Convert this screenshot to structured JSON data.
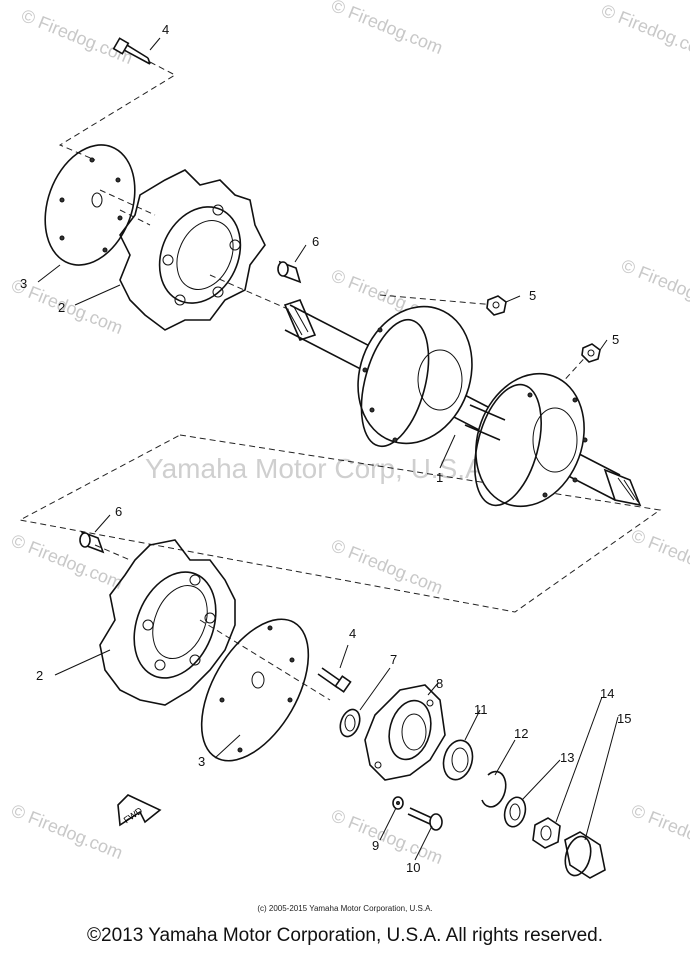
{
  "diagram": {
    "callouts": {
      "c1": "1",
      "c2_top": "2",
      "c2_bottom": "2",
      "c3_top": "3",
      "c3_bottom": "3",
      "c4_top": "4",
      "c4_bottom": "4",
      "c5_a": "5",
      "c5_b": "5",
      "c6_top": "6",
      "c6_bottom": "6",
      "c7": "7",
      "c8": "8",
      "c9": "9",
      "c10": "10",
      "c11": "11",
      "c12": "12",
      "c13": "13",
      "c14": "14",
      "c15": "15"
    },
    "fwd_label": "FWD"
  },
  "watermarks": {
    "firedog": "© Firedog.com",
    "center": "Yamaha Motor Corp, U.S.A."
  },
  "footer": {
    "small_copyright": "(c) 2005-2015 Yamaha Motor Corporation, U.S.A.",
    "main_copyright": "©2013 Yamaha Motor Corporation, U.S.A. All rights reserved."
  }
}
